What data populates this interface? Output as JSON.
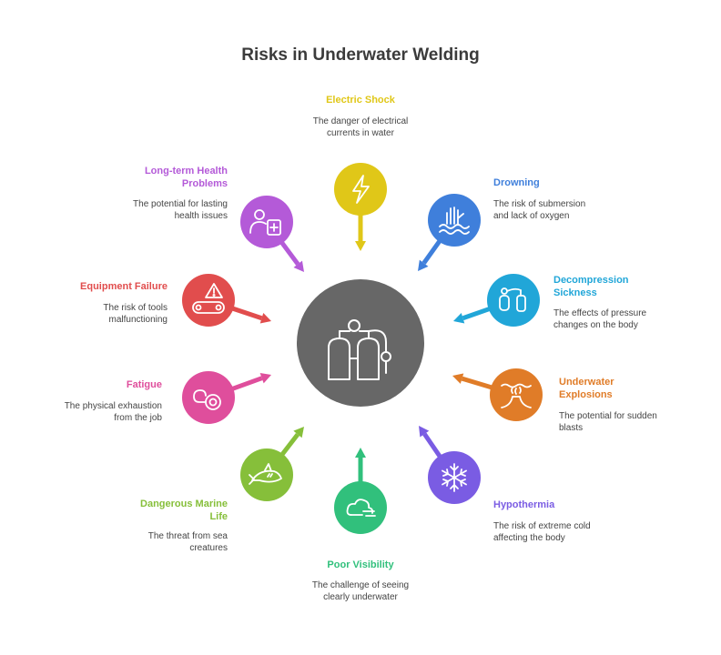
{
  "title": "Risks in Underwater Welding",
  "colors": {
    "center": "#676767",
    "electric": "#e0c718",
    "drowning": "#3f7fdb",
    "decompression": "#21a6d8",
    "explosions": "#e07c28",
    "hypothermia": "#7a5ce3",
    "visibility": "#31c07c",
    "marine": "#86bf3a",
    "fatigue": "#df4e9c",
    "equipment": "#e14d4d",
    "health": "#b45ad8"
  },
  "center": {
    "icon": "scuba-tank-icon"
  },
  "risks": [
    {
      "id": "electric",
      "title": "Electric Shock",
      "desc": "The danger of electrical currents in water",
      "icon": "lightning-icon"
    },
    {
      "id": "drowning",
      "title": "Drowning",
      "desc": "The risk of submersion and lack of oxygen",
      "icon": "drowning-hand-icon"
    },
    {
      "id": "decompression",
      "title": "Decompression Sickness",
      "desc": "The effects of pressure changes on the body",
      "icon": "gas-tank-icon"
    },
    {
      "id": "explosions",
      "title": "Underwater Explosions",
      "desc": "The potential for sudden blasts",
      "icon": "underwater-volcano-icon"
    },
    {
      "id": "hypothermia",
      "title": "Hypothermia",
      "desc": "The risk of extreme cold affecting the body",
      "icon": "snowflake-icon"
    },
    {
      "id": "visibility",
      "title": "Poor Visibility",
      "desc": "The challenge of seeing clearly underwater",
      "icon": "fog-cloud-icon"
    },
    {
      "id": "marine",
      "title": "Dangerous Marine Life",
      "desc": "The threat from sea creatures",
      "icon": "shark-icon"
    },
    {
      "id": "fatigue",
      "title": "Fatigue",
      "desc": "The physical exhaustion from the job",
      "icon": "fatigue-icon"
    },
    {
      "id": "equipment",
      "title": "Equipment Failure",
      "desc": "The risk of tools malfunctioning",
      "icon": "warning-conveyor-icon"
    },
    {
      "id": "health",
      "title": "Long-term Health Problems",
      "desc": "The potential for lasting health issues",
      "icon": "medical-report-icon"
    }
  ]
}
